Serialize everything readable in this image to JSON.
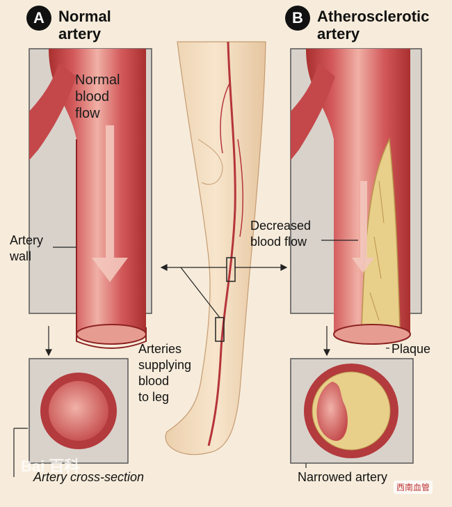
{
  "panel_a": {
    "letter": "A",
    "title_line1": "Normal",
    "title_line2": "artery",
    "flow_line1": "Normal",
    "flow_line2": "blood",
    "flow_line3": "flow",
    "wall_line1": "Artery",
    "wall_line2": "wall"
  },
  "panel_b": {
    "letter": "B",
    "title_line1": "Atherosclerotic",
    "title_line2": "artery",
    "flow_line1": "Decreased",
    "flow_line2": "blood flow",
    "plaque": "Plaque"
  },
  "leg": {
    "line1": "Arteries",
    "line2": "supplying",
    "line3": "blood",
    "line4": "to leg"
  },
  "bottom": {
    "cross_section": "Artery cross-section",
    "narrowed": "Narrowed artery"
  },
  "watermarks": {
    "left": "Bai 百科",
    "right": "西南血管"
  },
  "colors": {
    "background": "#f7ecdb",
    "artery_red": "#c8474a",
    "artery_light": "#e79c92",
    "plaque_yellow": "#e8cf8a",
    "skin": "#f3dfc3"
  }
}
